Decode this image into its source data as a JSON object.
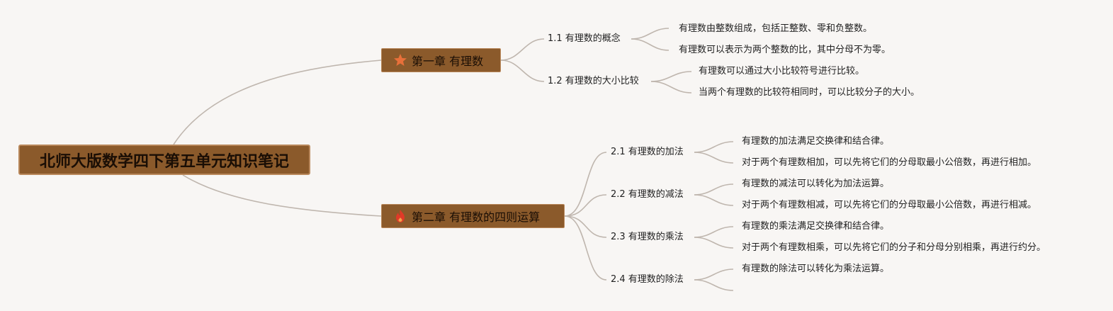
{
  "colors": {
    "node_fill": "#8b5a2b",
    "link": "#bfb6ae",
    "star_icon": "#e8703a",
    "fire_icon": "#e03a28",
    "background": "#f8f6f4"
  },
  "root": {
    "label": "北师大版数学四下第五单元知识笔记"
  },
  "chapters": [
    {
      "icon": "star-icon",
      "label": "第一章 有理数",
      "sections": [
        {
          "label": "1.1 有理数的概念",
          "points": [
            "有理数由整数组成，包括正整数、零和负整数。",
            "有理数可以表示为两个整数的比，其中分母不为零。"
          ]
        },
        {
          "label": "1.2 有理数的大小比较",
          "points": [
            "有理数可以通过大小比较符号进行比较。",
            "当两个有理数的比较符相同时，可以比较分子的大小。"
          ]
        }
      ]
    },
    {
      "icon": "fire-icon",
      "label": "第二章 有理数的四则运算",
      "sections": [
        {
          "label": "2.1 有理数的加法",
          "points": [
            "有理数的加法满足交换律和结合律。",
            "对于两个有理数相加，可以先将它们的分母取最小公倍数，再进行相加。"
          ]
        },
        {
          "label": "2.2 有理数的减法",
          "points": [
            "有理数的减法可以转化为加法运算。",
            "对于两个有理数相减，可以先将它们的分母取最小公倍数，再进行相减。"
          ]
        },
        {
          "label": "2.3 有理数的乘法",
          "points": [
            "有理数的乘法满足交换律和结合律。",
            "对于两个有理数相乘，可以先将它们的分子和分母分别相乘，再进行约分。"
          ]
        },
        {
          "label": "2.4 有理数的除法",
          "points": [
            "有理数的除法可以转化为乘法运算。",
            ""
          ]
        }
      ]
    }
  ]
}
